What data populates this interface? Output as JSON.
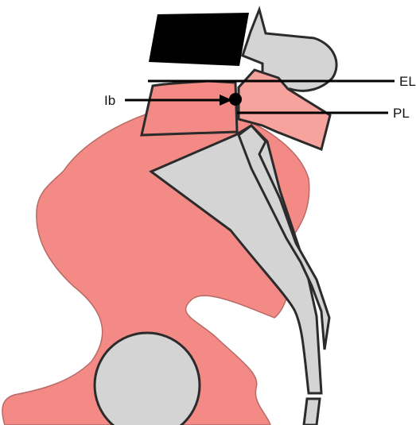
{
  "labels": {
    "ib": "Ib",
    "el": "EL",
    "pl": "PL"
  },
  "colors": {
    "pelvis": "#f38a85",
    "pelvis_light": "#f6a29d",
    "bone": "#d4d4d4",
    "outline": "#2b2b2b",
    "line": "#000000",
    "background": "#ffffff"
  }
}
